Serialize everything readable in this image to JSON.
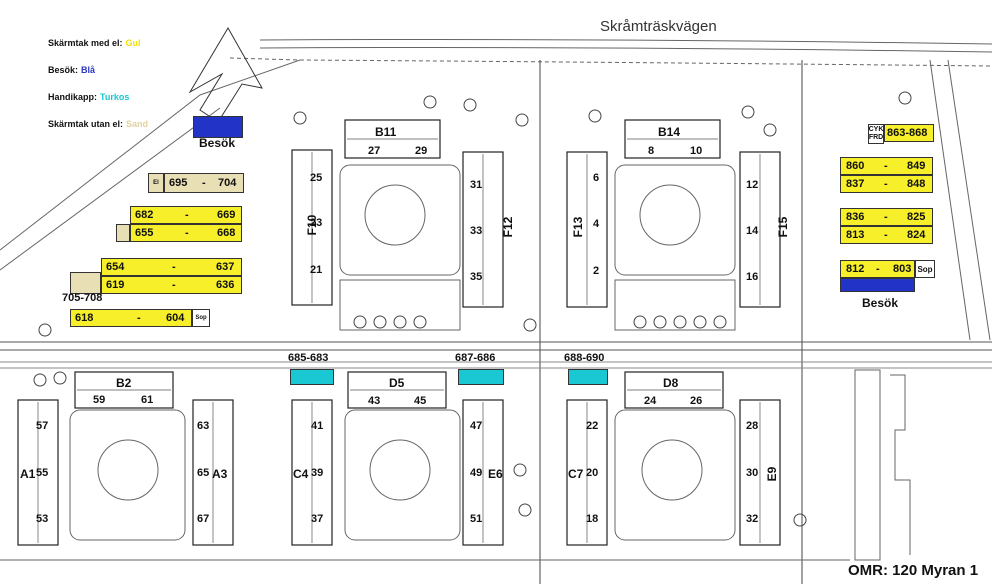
{
  "road_name": "Skråmträskvägen",
  "map_title": "OMR: 120 Myran 1",
  "legend": [
    {
      "label": "Skärmtak med el:",
      "value": "Gul",
      "color": "#f2e200"
    },
    {
      "label": "Besök:",
      "value": "Blå",
      "color": "#2a35c0"
    },
    {
      "label": "Handikapp:",
      "value": "Turkos",
      "color": "#19c8d2"
    },
    {
      "label": "Skärmtak utan el:",
      "value": "Sand",
      "color": "#e0d3a0"
    }
  ],
  "buildings": {
    "B11": "B11",
    "B14": "B14",
    "F10": "F10",
    "F12": "F12",
    "F13": "F13",
    "F15": "F15",
    "B2": "B2",
    "D5": "D5",
    "D8": "D8",
    "A1": "A1",
    "A3": "A3",
    "C4": "C4",
    "E6": "E6",
    "C7": "C7",
    "E9": "E9"
  },
  "house_numbers": {
    "b11_a": "27",
    "b11_b": "29",
    "b14_a": "8",
    "b14_b": "10",
    "f10_a": "25",
    "f10_b": "23",
    "f10_c": "21",
    "f12_a": "31",
    "f12_b": "33",
    "f12_c": "35",
    "f13_a": "6",
    "f13_b": "4",
    "f13_c": "2",
    "f15_a": "12",
    "f15_b": "14",
    "f15_c": "16",
    "b2_a": "59",
    "b2_b": "61",
    "d5_a": "43",
    "d5_b": "45",
    "d8_a": "24",
    "d8_b": "26",
    "a1_a": "57",
    "a1_b": "55",
    "a1_c": "53",
    "a3_a": "63",
    "a3_b": "65",
    "a3_c": "67",
    "c4_a": "41",
    "c4_b": "39",
    "c4_c": "37",
    "e6_a": "47",
    "e6_b": "49",
    "e6_c": "51",
    "c7_a": "22",
    "c7_b": "20",
    "c7_c": "18",
    "e9_a": "28",
    "e9_b": "30",
    "e9_c": "32"
  },
  "parking": {
    "p695": {
      "from": "695",
      "dash": "-",
      "to": "704",
      "tag": "El"
    },
    "p682": {
      "from": "682",
      "dash": "-",
      "to": "669"
    },
    "p655": {
      "from": "655",
      "dash": "-",
      "to": "668"
    },
    "p654": {
      "from": "654",
      "dash": "-",
      "to": "637"
    },
    "p619": {
      "from": "619",
      "dash": "-",
      "to": "636"
    },
    "p705": "705-708",
    "p618": {
      "from": "618",
      "dash": "-",
      "to": "604",
      "tag": "Sop"
    },
    "p863": {
      "cyk_1": "CYK",
      "cyk_2": "FRD",
      "range": "863-868"
    },
    "p860": {
      "from": "860",
      "dash": "-",
      "to": "849"
    },
    "p837": {
      "from": "837",
      "dash": "-",
      "to": "848"
    },
    "p836": {
      "from": "836",
      "dash": "-",
      "to": "825"
    },
    "p813": {
      "from": "813",
      "dash": "-",
      "to": "824"
    },
    "p812": {
      "from": "812",
      "dash": "-",
      "to": "803",
      "tag": "Sop"
    },
    "h685": "685-683",
    "h687": "687-686",
    "h688": "688-690"
  },
  "visit_label_left": "Besök",
  "visit_label_right": "Besök"
}
